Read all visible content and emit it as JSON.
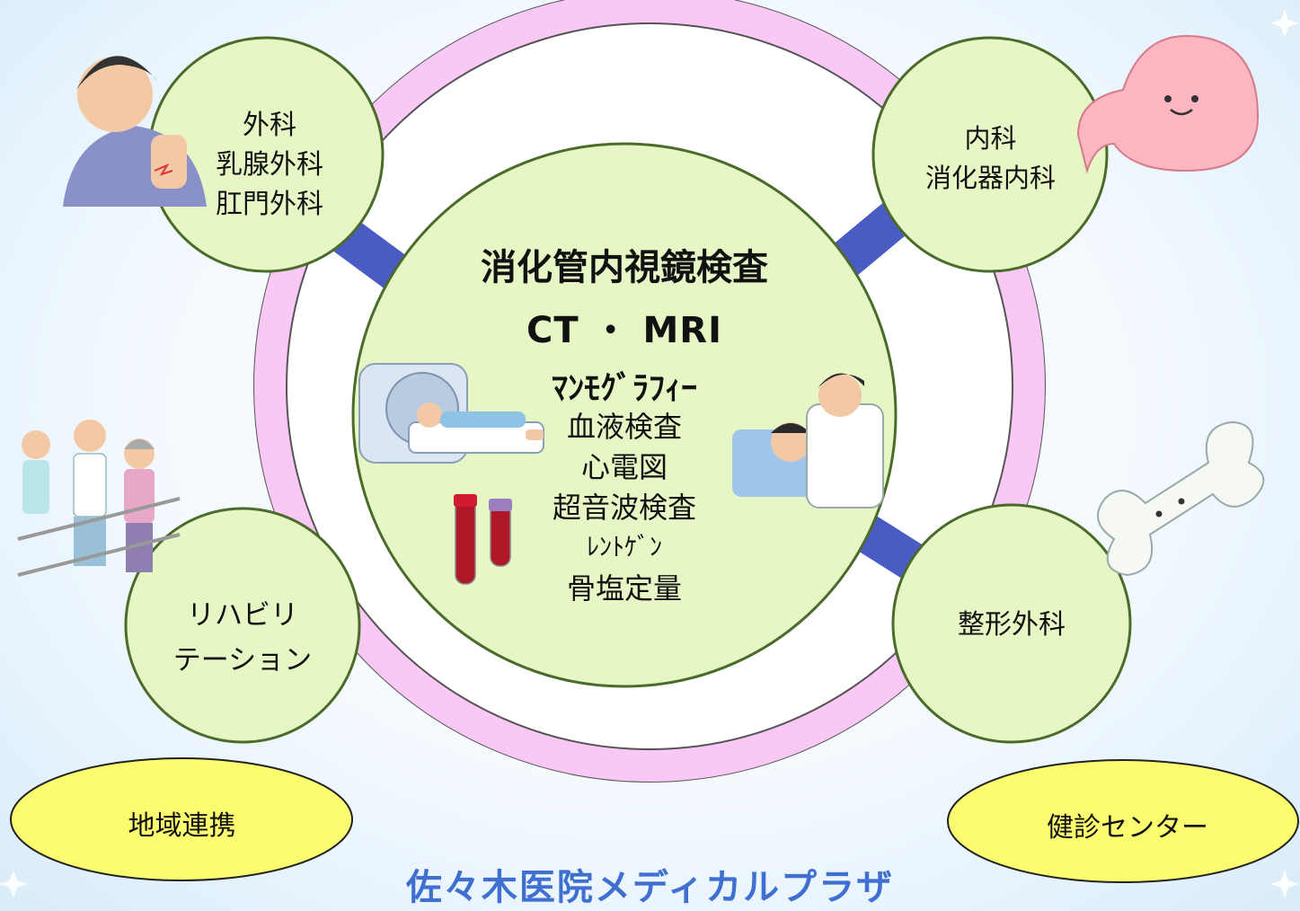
{
  "center": {
    "line1": "消化管内視鏡検査",
    "line2": "CT ・ MRI",
    "line3": "ﾏﾝﾓｸﾞﾗﾌｨｰ",
    "items": [
      "血液検査",
      "心電図",
      "超音波検査",
      "ﾚﾝﾄｹﾞﾝ",
      "骨塩定量"
    ]
  },
  "departments": {
    "surgery": [
      "外科",
      "乳腺外科",
      "肛門外科"
    ],
    "internal": [
      "内科",
      "消化器内科"
    ],
    "rehab": [
      "リハビリ",
      "テーション"
    ],
    "orthopedics": [
      "整形外科"
    ]
  },
  "ovals": {
    "regional": "地域連携",
    "checkup": "健診センター"
  },
  "footer": {
    "title": "佐々木医院メディカルプラザ"
  },
  "colors": {
    "ring": "#f9c8f4",
    "ring_outline": "#555555",
    "connector": "#4a5cc4",
    "department_fill": "#e6f7c5",
    "department_outline": "#4a6b2a",
    "oval_fill": "#fcfc70",
    "footer_text": "#3f6fd1"
  }
}
